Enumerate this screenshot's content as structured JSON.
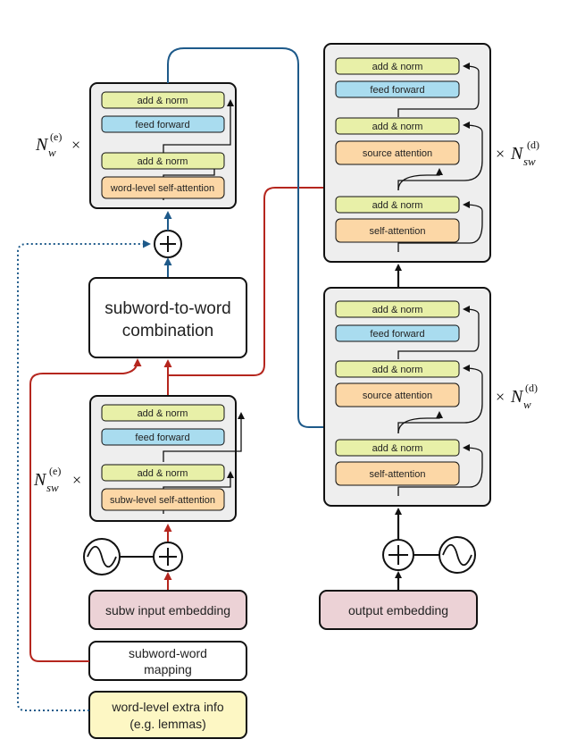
{
  "encoder_word": {
    "addnorm_top": "add & norm",
    "feedforward": "feed forward",
    "addnorm_bottom": "add & norm",
    "attention": "word-level self-attention",
    "repeat_label": "N",
    "repeat_sub": "w",
    "repeat_sup": "(e)",
    "times": "×"
  },
  "combination": {
    "line1": "subword-to-word",
    "line2": "combination"
  },
  "encoder_subword": {
    "addnorm_top": "add & norm",
    "feedforward": "feed forward",
    "addnorm_bottom": "add & norm",
    "attention": "subw-level self-attention",
    "repeat_label": "N",
    "repeat_sub": "sw",
    "repeat_sup": "(e)",
    "times": "×"
  },
  "decoder_subword": {
    "addnorm_1": "add & norm",
    "feedforward": "feed forward",
    "addnorm_2": "add & norm",
    "source_attention": "source attention",
    "addnorm_3": "add & norm",
    "self_attention": "self-attention",
    "repeat_label": "N",
    "repeat_sub": "sw",
    "repeat_sup": "(d)",
    "times": "×"
  },
  "decoder_word": {
    "addnorm_1": "add & norm",
    "feedforward": "feed forward",
    "addnorm_2": "add & norm",
    "source_attention": "source attention",
    "addnorm_3": "add & norm",
    "self_attention": "self-attention",
    "repeat_label": "N",
    "repeat_sub": "w",
    "repeat_sup": "(d)",
    "times": "×"
  },
  "inputs": {
    "subw_embedding": "subw input embedding",
    "mapping_line1": "subword-word",
    "mapping_line2": "mapping",
    "extra_line1": "word-level extra info",
    "extra_line2": "(e.g. lemmas)",
    "output_embedding": "output embedding"
  },
  "colors": {
    "addnorm": "#e8f0a8",
    "feedforward": "#a9dcef",
    "attention": "#fcd7a6",
    "embedding": "#ecd2d6",
    "extra": "#fdf7c4",
    "block": "#eeeeee",
    "red_arrow": "#b5261e",
    "blue_arrow": "#1e5a8a"
  }
}
